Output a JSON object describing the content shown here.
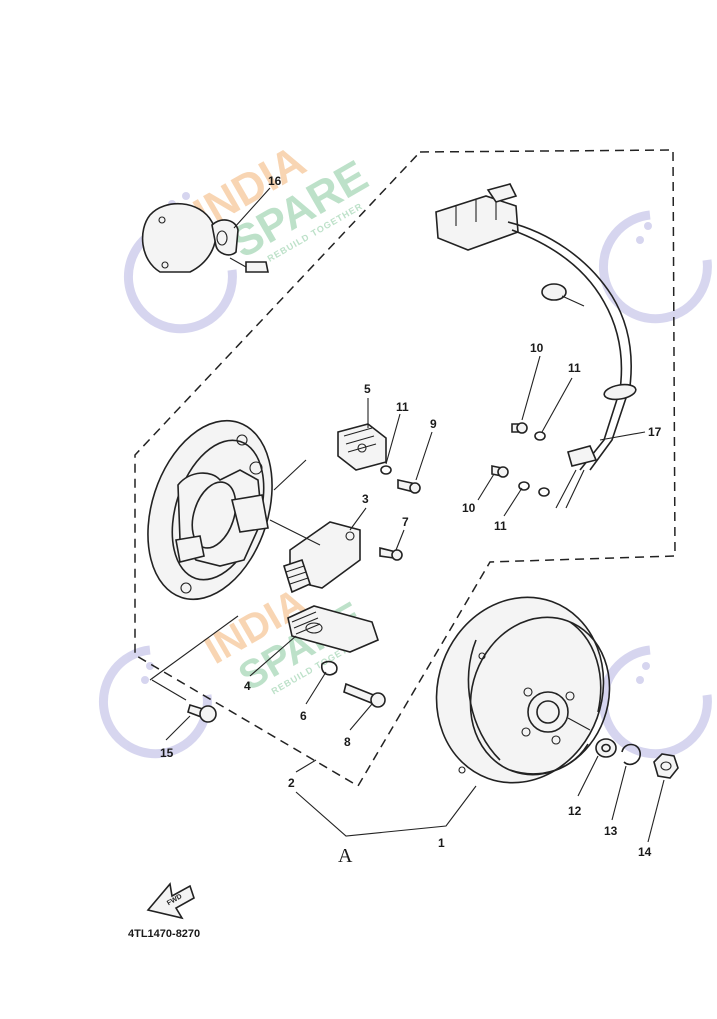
{
  "diagram": {
    "callouts": [
      {
        "id": "1",
        "text": "1"
      },
      {
        "id": "2",
        "text": "2"
      },
      {
        "id": "3",
        "text": "3"
      },
      {
        "id": "4",
        "text": "4"
      },
      {
        "id": "5",
        "text": "5"
      },
      {
        "id": "6",
        "text": "6"
      },
      {
        "id": "7",
        "text": "7"
      },
      {
        "id": "8",
        "text": "8"
      },
      {
        "id": "9",
        "text": "9"
      },
      {
        "id": "10a",
        "text": "10"
      },
      {
        "id": "10b",
        "text": "10"
      },
      {
        "id": "11a",
        "text": "11"
      },
      {
        "id": "11b",
        "text": "11"
      },
      {
        "id": "11c",
        "text": "11"
      },
      {
        "id": "12",
        "text": "12"
      },
      {
        "id": "13",
        "text": "13"
      },
      {
        "id": "14",
        "text": "14"
      },
      {
        "id": "15",
        "text": "15"
      },
      {
        "id": "16",
        "text": "16"
      },
      {
        "id": "17",
        "text": "17"
      }
    ],
    "assembly_label": "A",
    "drawing_code": "4TL1470-8270",
    "fwd_badge": "FWD"
  },
  "watermark": {
    "line1": "INDIA",
    "line2": "SPARE",
    "tagline": "REBUILD TOGETHER",
    "color_orange": "#f6c89a",
    "color_green": "#a8d8b8",
    "color_icon": "#c9c8ea"
  }
}
